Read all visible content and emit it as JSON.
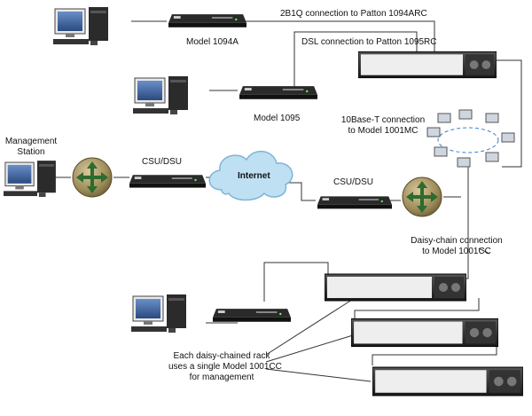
{
  "labels": {
    "link_2b1q": "2B1Q connection to Patton 1094ARC",
    "link_dsl": "DSL connection to Patton 1095RC",
    "model_1094a": "Model 1094A",
    "model_1095": "Model 1095",
    "ethernet_line1": "10Base-T connection",
    "ethernet_line2": "to Model 1001MC",
    "mgmt_line1": "Management",
    "mgmt_line2": "Station",
    "csu_left": "CSU/DSU",
    "csu_right": "CSU/DSU",
    "internet": "Internet",
    "daisy_line1": "Daisy-chain connection",
    "daisy_line2": "to Model 1001CC",
    "note_line1": "Each daisy-chained rack",
    "note_line2": "uses a single Model 1001CC",
    "note_line3": "for management"
  },
  "colors": {
    "line": "#333333",
    "modem": "#1c1c1c",
    "rack": "#2a2a2a",
    "router": "#8a7a4a",
    "router_arrows": "#2e6b2e",
    "cloud": "#bfe0f2",
    "lan_ring": "#3a7fd0"
  }
}
